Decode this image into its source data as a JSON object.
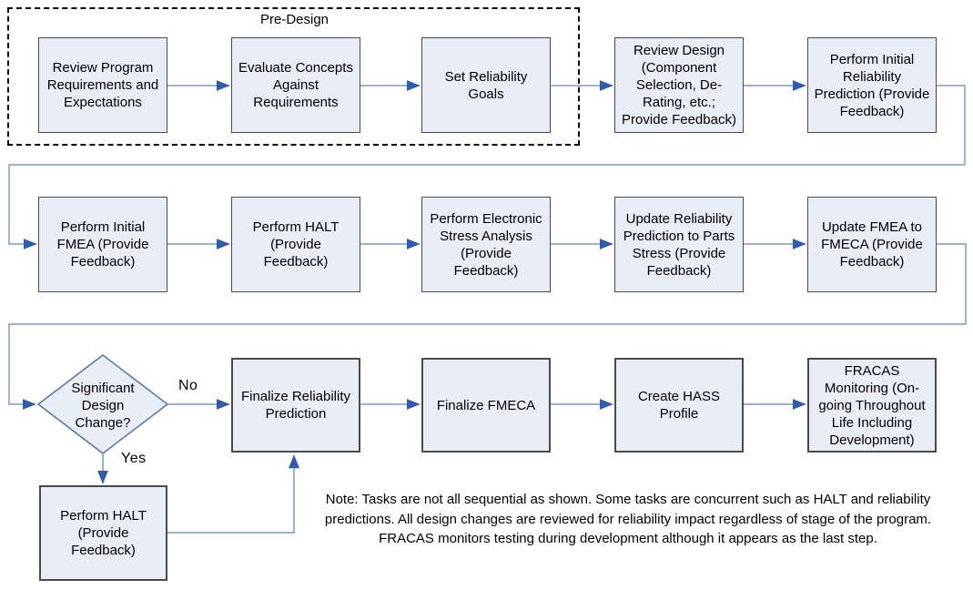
{
  "pre_design": {
    "label": "Pre-Design"
  },
  "boxes": {
    "review_program": {
      "label": "Review Program Requirements and Expectations"
    },
    "evaluate_concepts": {
      "label": "Evaluate Concepts Against Requirements"
    },
    "set_goals": {
      "label": "Set Reliability Goals"
    },
    "review_design": {
      "label": "Review Design (Component Selection, De-Rating, etc.; Provide Feedback)"
    },
    "initial_prediction": {
      "label": "Perform Initial Reliability Prediction (Provide Feedback)"
    },
    "initial_fmea": {
      "label": "Perform Initial FMEA (Provide Feedback)"
    },
    "perform_halt": {
      "label": "Perform HALT (Provide Feedback)"
    },
    "stress_analysis": {
      "label": "Perform Electronic Stress Analysis (Provide Feedback)"
    },
    "update_prediction": {
      "label": "Update Reliability Prediction to Parts Stress (Provide Feedback)"
    },
    "update_fmea": {
      "label": "Update FMEA to FMECA (Provide Feedback)"
    },
    "finalize_prediction": {
      "label": "Finalize Reliability Prediction"
    },
    "finalize_fmeca": {
      "label": "Finalize FMECA"
    },
    "create_hass": {
      "label": "Create HASS Profile"
    },
    "fracas": {
      "label": "FRACAS Monitoring (On-going Throughout Life Including Development)"
    },
    "perform_halt_again": {
      "label": "Perform HALT (Provide Feedback)"
    }
  },
  "decision": {
    "label": "Significant Design Change?",
    "yes_label": "Yes",
    "no_label": "No"
  },
  "note": {
    "text": "Note:  Tasks are not all sequential as shown.  Some tasks are concurrent such as HALT and reliability predictions.  All design changes are reviewed for reliability impact regardless of stage of the program.  FRACAS monitors testing during development although it appears as the last step."
  },
  "colors": {
    "box_fill": "#e8edf6",
    "box_border": "#4a4a4a",
    "connector_line": "#7d99c7",
    "arrowhead": "#2f5cab",
    "diamond_border": "#55779f",
    "dashed_group_border": "#000000"
  }
}
